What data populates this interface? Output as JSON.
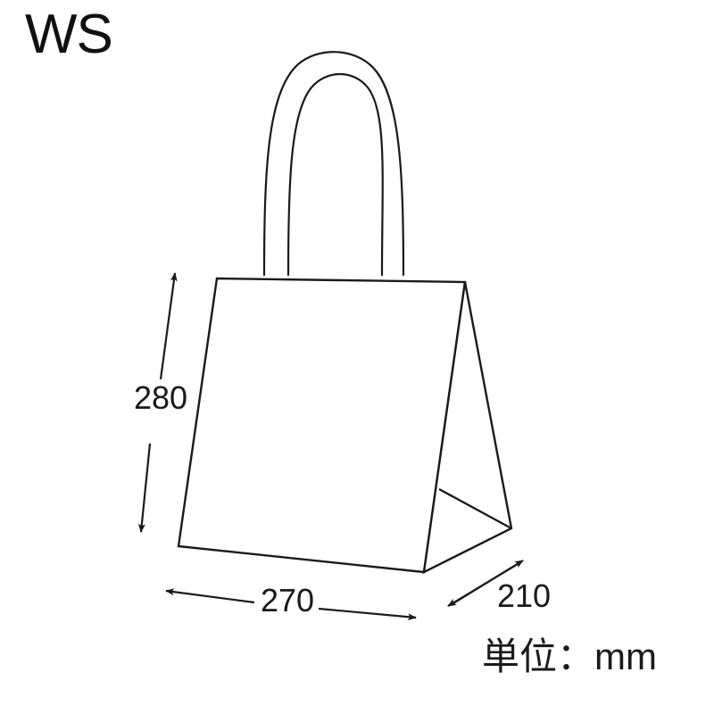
{
  "drawing": {
    "product_code": "WS",
    "unit_note": "単位：mm",
    "subject": "paper-shopping-bag",
    "line_color": "#111111",
    "background_color": "#ffffff",
    "dimensions": {
      "height": "280",
      "width": "270",
      "depth": "210",
      "unit": "mm"
    },
    "parts": {
      "handle": "twisted-rope-handle-arch",
      "body": "bag-body-front-panel",
      "side_panel": "bag-side-gusset-panel",
      "bottom": "bag-bottom-panel"
    }
  }
}
